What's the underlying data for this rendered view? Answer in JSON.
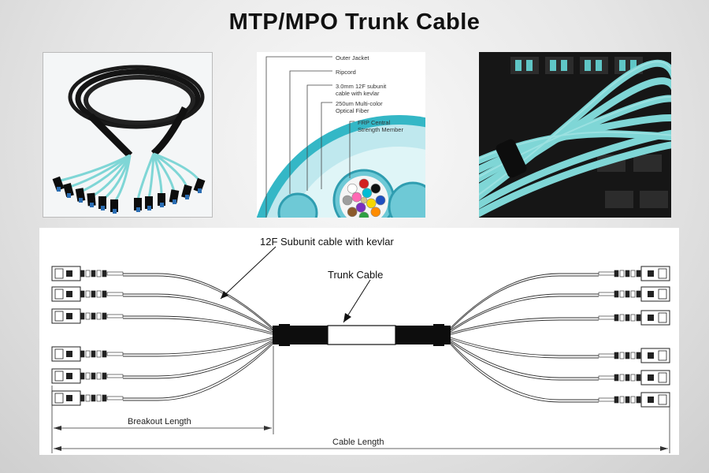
{
  "title": "MTP/MPO Trunk Cable",
  "cross_section": {
    "labels": [
      "Outer Jacket",
      "Ripcord",
      "3.0mm 12F subunit cable with kevlar",
      "250um Multi-color Optical Fiber",
      "FRP Central Strength Member"
    ],
    "labels_lines": [
      [
        "Outer Jacket"
      ],
      [
        "Ripcord"
      ],
      [
        "3.0mm 12F subunit",
        "cable with kevlar"
      ],
      [
        "250um Multi-color",
        "Optical Fiber"
      ],
      [
        "FRP Central",
        "Strength Member"
      ]
    ],
    "fiber_colors": [
      "#1f4fbf",
      "#ff8c00",
      "#2ea043",
      "#8b5a2b",
      "#9e9e9e",
      "#ffffff",
      "#d21f1f",
      "#111111",
      "#f5d800",
      "#7b2fbe",
      "#ff69b4",
      "#00bcd4"
    ]
  },
  "diagram": {
    "subunit_label": "12F Subunit cable with kevlar",
    "trunk_label": "Trunk Cable",
    "breakout_label": "Breakout Length",
    "cable_length_label": "Cable Length"
  },
  "colors": {
    "aqua": "#7fd6d6",
    "jacket": "#111111"
  }
}
